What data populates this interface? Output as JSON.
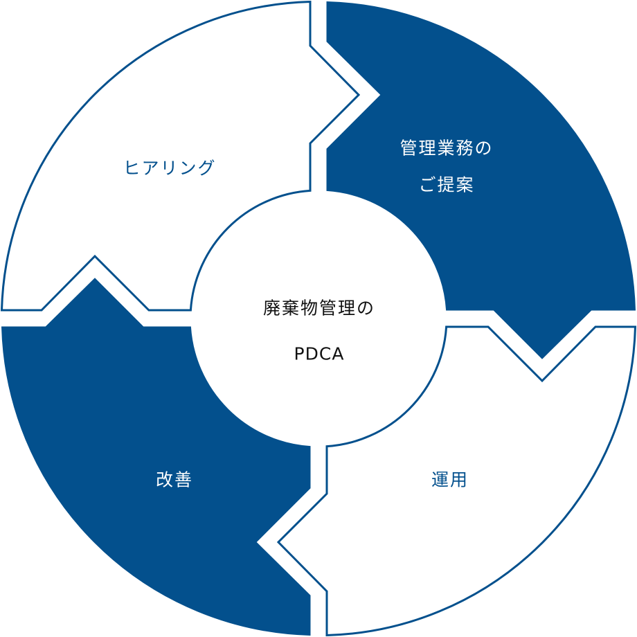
{
  "colors": {
    "primary": "#03508d",
    "light": "#ffffff",
    "center_text": "#111111"
  },
  "center": {
    "line1": "廃棄物管理の",
    "line2": "PDCA"
  },
  "segments": [
    {
      "label": "ヒアリング",
      "style": "outline"
    },
    {
      "label_line1": "管理業務の",
      "label_line2": "ご提案",
      "style": "filled"
    },
    {
      "label": "運用",
      "style": "outline"
    },
    {
      "label": "改善",
      "style": "filled"
    }
  ]
}
